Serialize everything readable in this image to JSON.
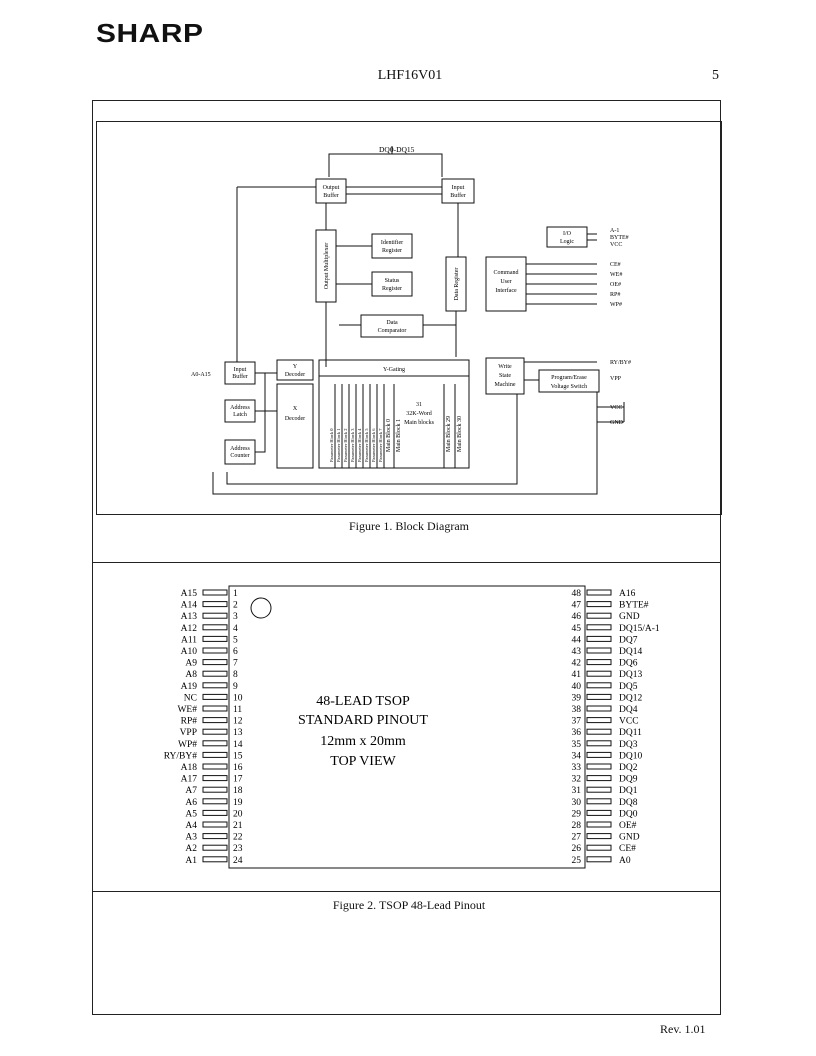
{
  "header": {
    "logo": "SHARP",
    "doc_id": "LHF16V01",
    "page_number": "5"
  },
  "figure1": {
    "caption": "Figure 1. Block Diagram",
    "bus_label": "DQ0-DQ15",
    "blocks": {
      "output_buffer": [
        "Output",
        "Buffer"
      ],
      "input_buffer": [
        "Input",
        "Buffer"
      ],
      "io_logic": [
        "I/O",
        "Logic"
      ],
      "identifier_register": [
        "Identifier",
        "Register"
      ],
      "status_register": [
        "Status",
        "Register"
      ],
      "output_multiplexer": "Output Multiplexer",
      "data_register": "Data Register",
      "command_user_interface": [
        "Command",
        "User",
        "Interface"
      ],
      "data_comparator": [
        "Data",
        "Comparator"
      ],
      "y_decoder": [
        "Y",
        "Decoder"
      ],
      "y_gating": "Y-Gating",
      "x_decoder": [
        "X",
        "Decoder"
      ],
      "input_buffer_addr": [
        "Input",
        "Buffer"
      ],
      "address_latch": [
        "Address",
        "Latch"
      ],
      "address_counter": [
        "Address",
        "Counter"
      ],
      "write_state_machine": [
        "Write",
        "State",
        "Machine"
      ],
      "program_erase_switch": [
        "Program/Erase",
        "Voltage Switch"
      ],
      "parameter_blocks": [
        "Parameter Block 0",
        "Parameter Block 1",
        "Parameter Block 2",
        "Parameter Block 3",
        "Parameter Block 4",
        "Parameter Block 5",
        "Parameter Block 6",
        "Parameter Block 7"
      ],
      "main_block_0": "Main Block 0",
      "main_block_1": "Main Block 1",
      "main_blocks_center": [
        "31",
        "32K-Word",
        "Main blocks"
      ],
      "main_block_29": "Main Block 29",
      "main_block_30": "Main Block 30"
    },
    "address_label": "A0-A15",
    "right_signals": [
      "A-1",
      "BYTE#",
      "VCC",
      "CE#",
      "WE#",
      "OE#",
      "RP#",
      "WP#"
    ],
    "wsm_signals": [
      "RY/BY#",
      "VPP",
      "VCC",
      "GND"
    ]
  },
  "figure2": {
    "caption": "Figure 2. TSOP 48-Lead Pinout",
    "center_text": [
      "48-LEAD TSOP",
      "STANDARD PINOUT",
      "12mm x 20mm",
      "TOP VIEW"
    ],
    "left_pins": [
      {
        "name": "A15",
        "num": "1"
      },
      {
        "name": "A14",
        "num": "2"
      },
      {
        "name": "A13",
        "num": "3"
      },
      {
        "name": "A12",
        "num": "4"
      },
      {
        "name": "A11",
        "num": "5"
      },
      {
        "name": "A10",
        "num": "6"
      },
      {
        "name": "A9",
        "num": "7"
      },
      {
        "name": "A8",
        "num": "8"
      },
      {
        "name": "A19",
        "num": "9"
      },
      {
        "name": "NC",
        "num": "10"
      },
      {
        "name": "WE#",
        "num": "11"
      },
      {
        "name": "RP#",
        "num": "12"
      },
      {
        "name": "VPP",
        "num": "13"
      },
      {
        "name": "WP#",
        "num": "14"
      },
      {
        "name": "RY/BY#",
        "num": "15"
      },
      {
        "name": "A18",
        "num": "16"
      },
      {
        "name": "A17",
        "num": "17"
      },
      {
        "name": "A7",
        "num": "18"
      },
      {
        "name": "A6",
        "num": "19"
      },
      {
        "name": "A5",
        "num": "20"
      },
      {
        "name": "A4",
        "num": "21"
      },
      {
        "name": "A3",
        "num": "22"
      },
      {
        "name": "A2",
        "num": "23"
      },
      {
        "name": "A1",
        "num": "24"
      }
    ],
    "right_pins": [
      {
        "name": "A16",
        "num": "48"
      },
      {
        "name": "BYTE#",
        "num": "47"
      },
      {
        "name": "GND",
        "num": "46"
      },
      {
        "name": "DQ15/A-1",
        "num": "45"
      },
      {
        "name": "DQ7",
        "num": "44"
      },
      {
        "name": "DQ14",
        "num": "43"
      },
      {
        "name": "DQ6",
        "num": "42"
      },
      {
        "name": "DQ13",
        "num": "41"
      },
      {
        "name": "DQ5",
        "num": "40"
      },
      {
        "name": "DQ12",
        "num": "39"
      },
      {
        "name": "DQ4",
        "num": "38"
      },
      {
        "name": "VCC",
        "num": "37"
      },
      {
        "name": "DQ11",
        "num": "36"
      },
      {
        "name": "DQ3",
        "num": "35"
      },
      {
        "name": "DQ10",
        "num": "34"
      },
      {
        "name": "DQ2",
        "num": "33"
      },
      {
        "name": "DQ9",
        "num": "32"
      },
      {
        "name": "DQ1",
        "num": "31"
      },
      {
        "name": "DQ8",
        "num": "30"
      },
      {
        "name": "DQ0",
        "num": "29"
      },
      {
        "name": "OE#",
        "num": "28"
      },
      {
        "name": "GND",
        "num": "27"
      },
      {
        "name": "CE#",
        "num": "26"
      },
      {
        "name": "A0",
        "num": "25"
      }
    ]
  },
  "footer": {
    "revision": "Rev. 1.01"
  }
}
